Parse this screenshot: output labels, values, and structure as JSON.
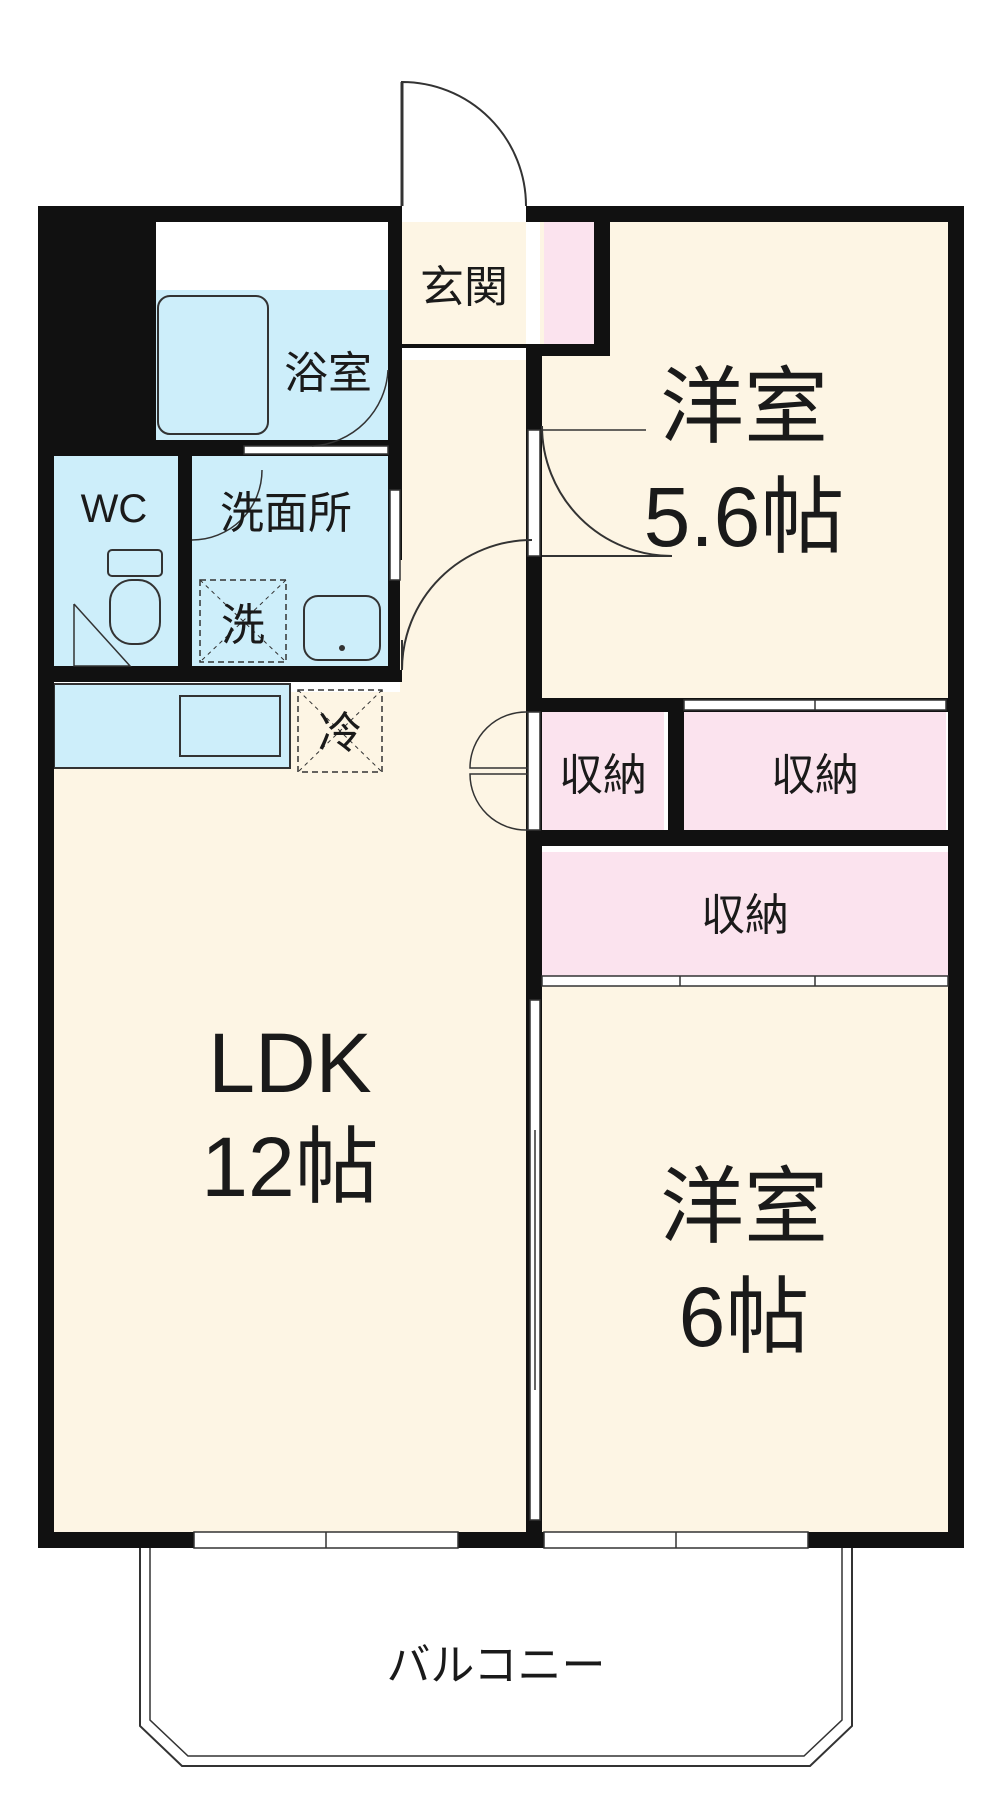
{
  "colors": {
    "wall": "#111111",
    "floor_wood": "#fdf5e4",
    "floor_wet": "#cdeefa",
    "storage": "#fbe3ee",
    "background": "#ffffff",
    "line": "#333333"
  },
  "rooms": {
    "ldk": {
      "name": "LDK",
      "size": "12帖"
    },
    "western_1": {
      "name": "洋室",
      "size": "5.6帖"
    },
    "western_2": {
      "name": "洋室",
      "size": "6帖"
    },
    "entrance": {
      "name": "玄関"
    },
    "bathroom": {
      "name": "浴室"
    },
    "washroom": {
      "name": "洗面所"
    },
    "toilet": {
      "name": "WC"
    },
    "washer": {
      "name": "洗"
    },
    "fridge": {
      "name": "冷"
    },
    "storage_1": {
      "name": "収納"
    },
    "storage_2": {
      "name": "収納"
    },
    "storage_3": {
      "name": "収納"
    },
    "balcony": {
      "name": "バルコニー"
    }
  }
}
